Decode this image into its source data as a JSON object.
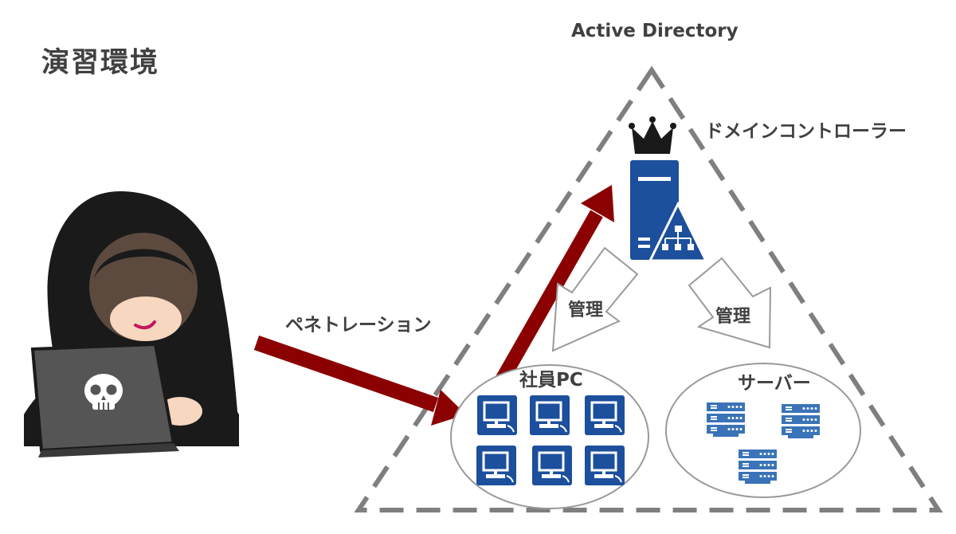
{
  "title": "演習環境",
  "active_directory_label": "Active Directory",
  "domain_controller_label": "ドメインコントローラー",
  "penetration_label": "ペネトレーション",
  "management_label_left": "管理",
  "management_label_right": "管理",
  "employee_pc_label": "社員PC",
  "servers_label": "サーバー",
  "colors": {
    "arrow": "#8b0000",
    "icon_blue": "#1c4f9c",
    "server_blue": "#3a73b8",
    "dashed_line": "#7f7f7f",
    "text": "#404040"
  },
  "icons": [
    "hacker-illustration",
    "skull-icon",
    "crown-icon",
    "domain-controller-server-icon",
    "network-icon",
    "pc-icon",
    "server-rack-icon"
  ]
}
